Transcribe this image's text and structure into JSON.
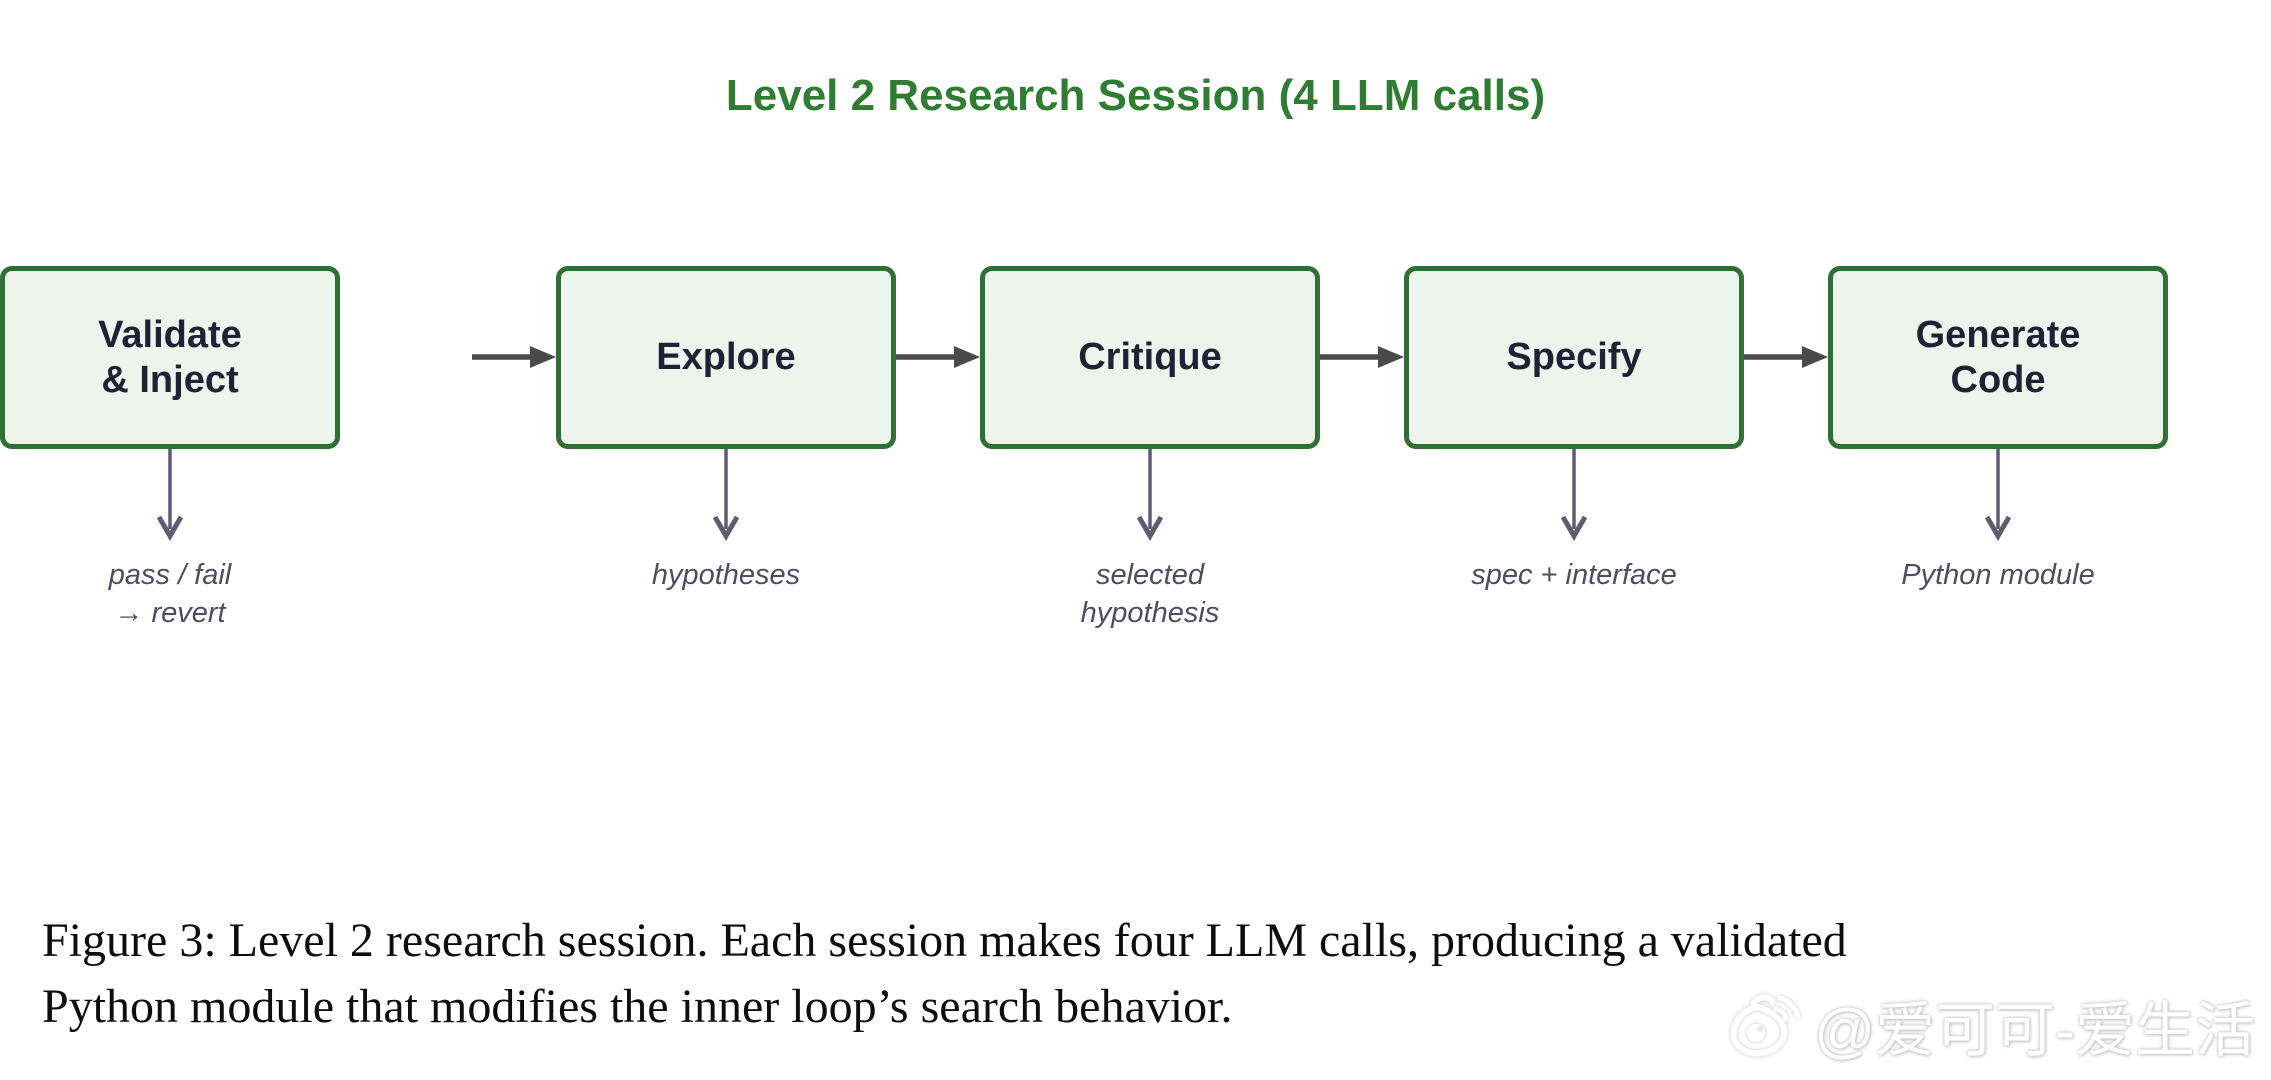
{
  "diagram": {
    "title": "Level 2 Research Session (4 LLM calls)",
    "steps": [
      {
        "name": "explore",
        "label_lines": [
          "Explore"
        ],
        "output_lines": [
          "hypotheses"
        ]
      },
      {
        "name": "critique",
        "label_lines": [
          "Critique"
        ],
        "output_lines": [
          "selected",
          "hypothesis"
        ]
      },
      {
        "name": "specify",
        "label_lines": [
          "Specify"
        ],
        "output_lines": [
          "spec + interface"
        ]
      },
      {
        "name": "generate-code",
        "label_lines": [
          "Generate",
          "Code"
        ],
        "output_lines": [
          "Python module"
        ]
      },
      {
        "name": "validate-inject",
        "label_lines": [
          "Validate",
          "& Inject"
        ],
        "output_lines": [
          "pass / fail",
          "→ revert"
        ]
      }
    ]
  },
  "caption": {
    "line1": "Figure 3: Level 2 research session. Each session makes four LLM calls, producing a validated",
    "line2": "Python module that modifies the inner loop’s search behavior."
  },
  "watermark": {
    "text": "@爱可可-爱生活",
    "icon": "weibo-logo"
  },
  "colors": {
    "background": "#ffffff",
    "title_green": "#2e7d32",
    "box_fill": "#ecf4ec",
    "box_border": "#2e6f33",
    "box_text": "#1e2235",
    "flow_arrow": "#4a4a4a",
    "output_arrow": "#5c5c73",
    "output_text": "#4d4d66",
    "caption_text": "#0d0d0d",
    "watermark_text": "#ffffff"
  }
}
